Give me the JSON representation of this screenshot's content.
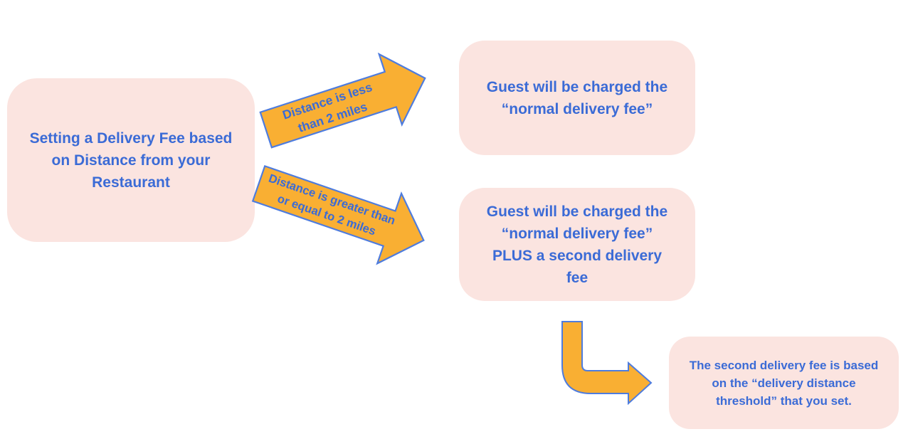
{
  "colors": {
    "background": "#FFFFFF",
    "box_fill": "#FBE4E0",
    "text_blue": "#3B6BD6",
    "arrow_fill": "#F9AF33",
    "arrow_outline": "#4E7CDE"
  },
  "flowchart": {
    "root_box": {
      "text": "Setting a Delivery Fee based\non Distance from your\nRestaurant"
    },
    "branch_less": {
      "label": "Distance is less\nthan 2 miles"
    },
    "branch_greater": {
      "label": "Distance is greater than\nor equal to 2 miles"
    },
    "outcome_normal": {
      "text": "Guest will be charged the\n“normal delivery fee”"
    },
    "outcome_extra": {
      "text": "Guest will be charged the\n“normal delivery fee”\nPLUS a second delivery\nfee"
    },
    "note": {
      "text": "The second delivery fee is based\non the “delivery distance\nthreshold” that you set."
    }
  }
}
